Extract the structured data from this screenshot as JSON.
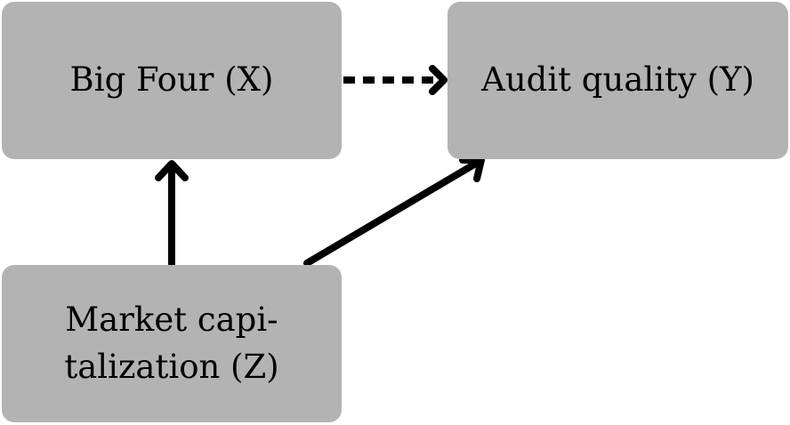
{
  "nodes": {
    "x": {
      "label": "Big Four (X)"
    },
    "y": {
      "label": "Audit quality (Y)"
    },
    "z": {
      "line1": "Market capi-",
      "line2": "talization (Z)"
    }
  },
  "edges": [
    {
      "from": "z",
      "to": "x",
      "style": "solid"
    },
    {
      "from": "z",
      "to": "y",
      "style": "solid"
    },
    {
      "from": "x",
      "to": "y",
      "style": "dashed"
    }
  ],
  "colors": {
    "node_fill": "#b3b3b3",
    "edge": "#000000",
    "background": "#ffffff"
  }
}
